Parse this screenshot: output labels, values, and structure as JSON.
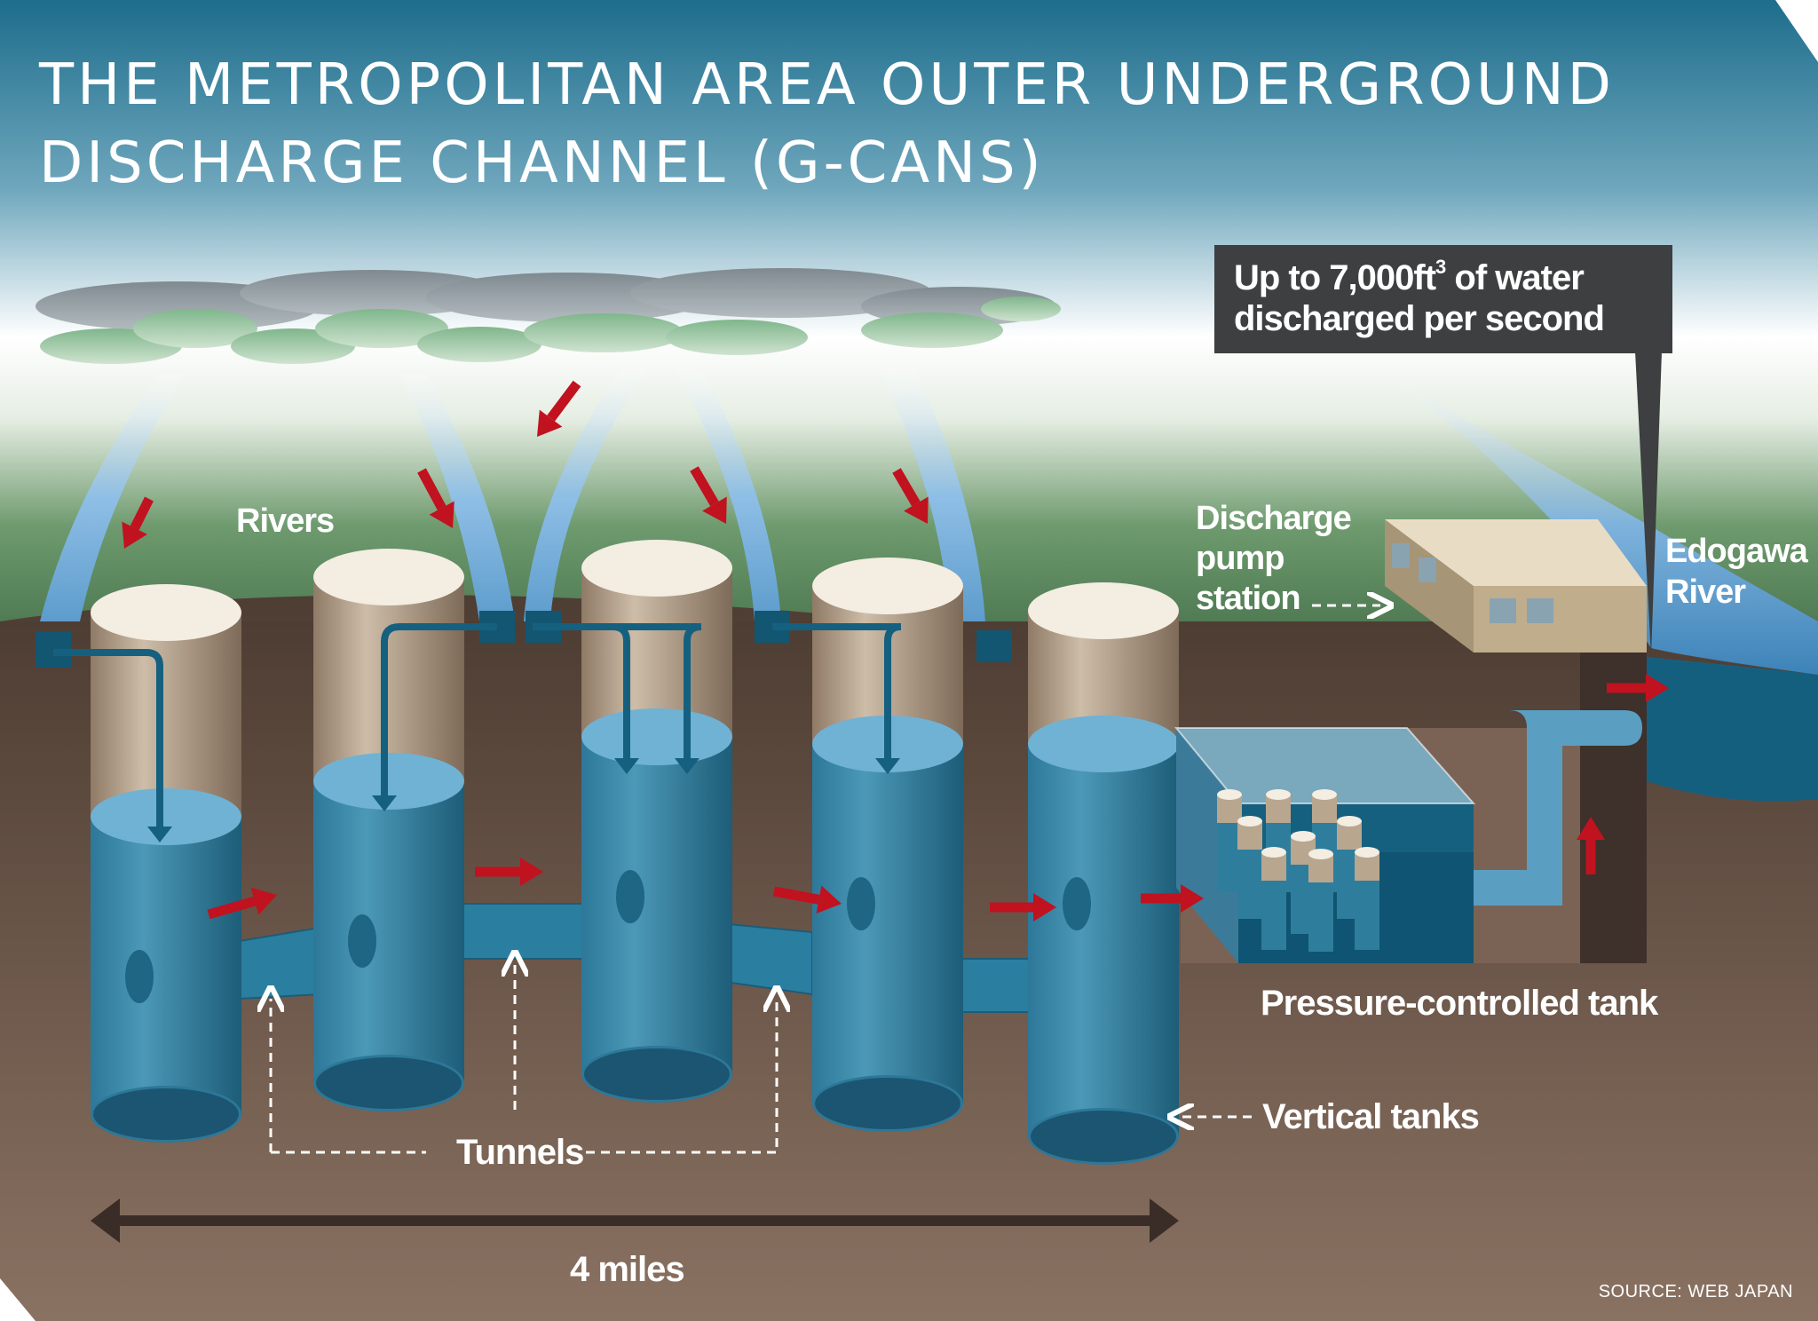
{
  "title": {
    "line1": "THE METROPOLITAN AREA OUTER UNDERGROUND",
    "line2": "DISCHARGE CHANNEL (G-CANS)"
  },
  "callout": {
    "prefix": "Up to 7,000ft",
    "superscript": "3",
    "suffix": " of water",
    "line2": "discharged per second"
  },
  "labels": {
    "rivers": "Rivers",
    "discharge_pump_station": [
      "Discharge",
      "pump",
      "station"
    ],
    "edogawa_river": [
      "Edogawa",
      "River"
    ],
    "pressure_tank": "Pressure-controlled tank",
    "vertical_tanks": "Vertical tanks",
    "tunnels": "Tunnels",
    "distance": "4 miles"
  },
  "source": "SOURCE: WEB JAPAN",
  "colors": {
    "sky_top": "#1d6d8c",
    "ground": "#5a4438",
    "water": "#2a7fa0",
    "arrow": "#c1121f",
    "concrete": "#c8b8a4",
    "callout_bg": "#3d3f40"
  }
}
